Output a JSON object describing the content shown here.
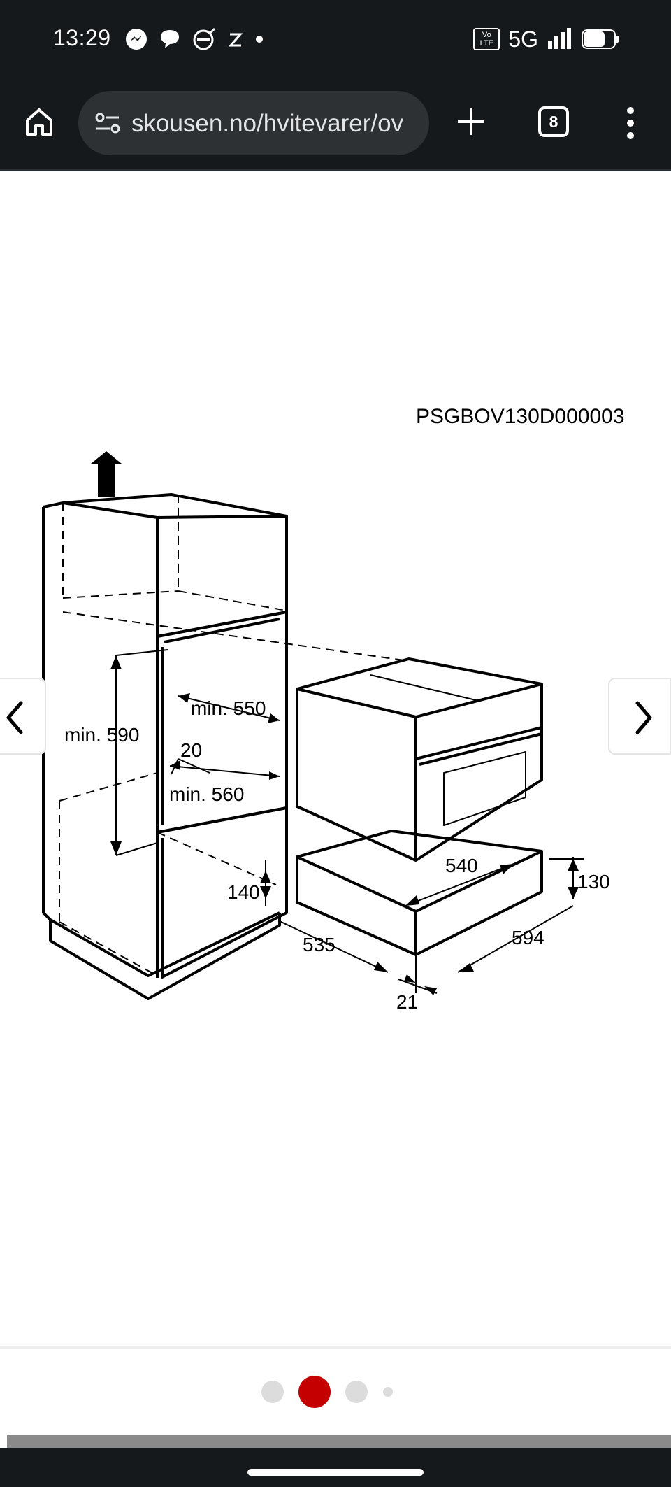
{
  "status_bar": {
    "time": "13:29",
    "left_icons": [
      "messenger-icon",
      "chat-bubble-icon",
      "volvo-icon",
      "z-app-icon",
      "dot-icon"
    ],
    "volte_line1": "Vo",
    "volte_line2": "LTE",
    "network": "5G",
    "signal_bars": 4,
    "battery_level": 0.7
  },
  "toolbar": {
    "url": "skousen.no/hvitevarer/ov",
    "tab_count": "8"
  },
  "diagram": {
    "model_code": "PSGBOV130D000003",
    "dimensions": {
      "min_590": "min. 590",
      "min_550": "min. 550",
      "gap_20": "20",
      "min_560": "min. 560",
      "h_140": "140",
      "w_540": "540",
      "h_130": "130",
      "d_535": "535",
      "w_594": "594",
      "d_21": "21"
    }
  },
  "carousel": {
    "slide_count": 4,
    "active_index": 1,
    "active_color": "#c40000",
    "inactive_color": "#dcdcdc"
  },
  "colors": {
    "chrome_bg": "#15191c",
    "url_bg": "#2d3134"
  }
}
